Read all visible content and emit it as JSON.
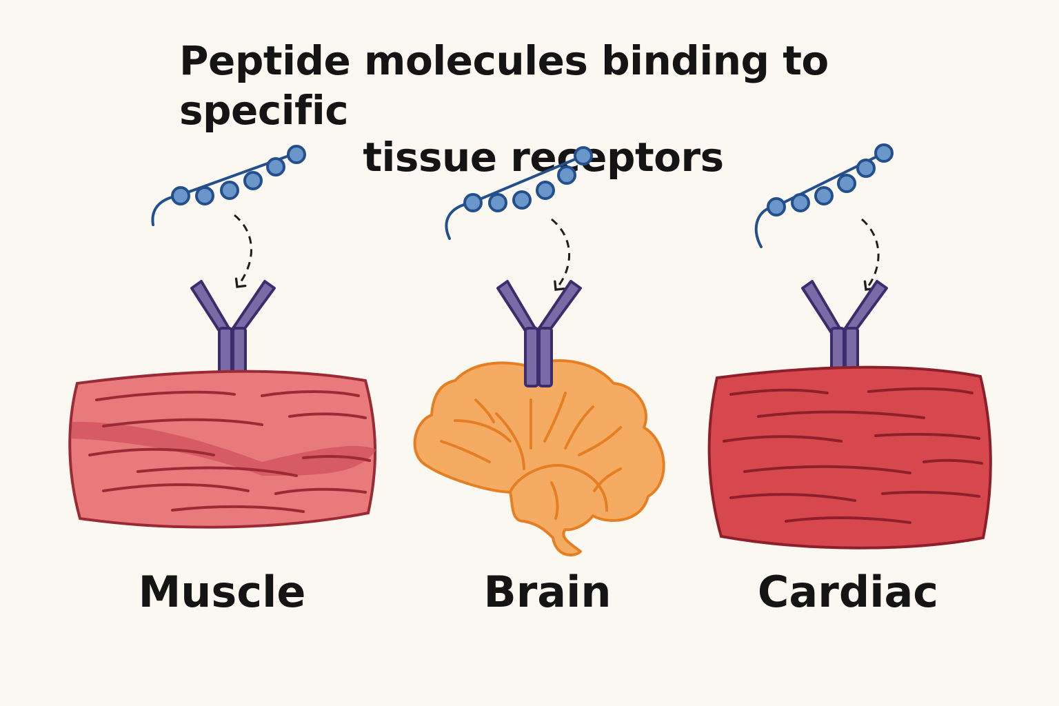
{
  "title": {
    "line1": "Peptide molecules binding to specific",
    "line2": "tissue receptors"
  },
  "panels": [
    {
      "label": "Muscle",
      "tissue_icon": "muscle-tissue-icon",
      "fill": "#e87a7c",
      "stroke": "#9b2a36"
    },
    {
      "label": "Brain",
      "tissue_icon": "brain-icon",
      "fill": "#f5ac62",
      "stroke": "#e67f23"
    },
    {
      "label": "Cardiac",
      "tissue_icon": "cardiac-tissue-icon",
      "fill": "#d7474e",
      "stroke": "#8e1f2a"
    }
  ],
  "colors": {
    "peptide_bead": "#6a96c9",
    "peptide_stroke": "#234f8c",
    "receptor": "#7a6aa6",
    "receptor_stroke": "#3b2c6b",
    "background": "#fbf8f1"
  }
}
